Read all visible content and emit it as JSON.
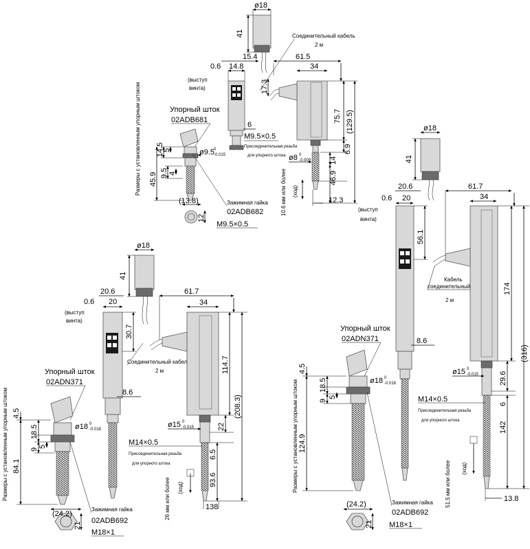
{
  "top": {
    "d18": "ø18",
    "h41": "41",
    "d15_4": "15.4",
    "d0_6": "0.6",
    "d14_8": "14.8",
    "d61_5": "61.5",
    "d34": "34",
    "d17_3": "17.3",
    "d75_7": "75.7",
    "d129_5": "(129.5)",
    "d6_9": "6.9",
    "d6": "6",
    "m9_5": "M9.5×0.5",
    "d8": "ø8",
    "tol8": "0",
    "tol8b": "-0.009",
    "d14": "14",
    "d46_9": "46.9",
    "d12_3": "12.3",
    "d9_5dia": "ø9.5",
    "tol95": "0",
    "tol95b": "-0.015",
    "d5": "5",
    "d14_5": "14.5",
    "d9_5": "9.5",
    "d4": "4",
    "d45_9": "45.9",
    "d13_8": "(13.8)",
    "d12": "12",
    "m9_5b": "M9.5×0.5",
    "cable": "Соединительный кабель",
    "cable_len": "2 м",
    "vystup": "(выступ",
    "vinta": "винта)",
    "stop_rod": "Упорный шток",
    "stop_code": "02ADB681",
    "thread_note": "Присоединительная резьба",
    "thread_note2": "для упорного штока",
    "clamp": "Зажимная гайка",
    "clamp_code": "02ADB682",
    "stroke": "10.6 мм или более",
    "stroke_hod": "(ход)",
    "side": "Размеры с установленным упорным штоком"
  },
  "left": {
    "d18": "ø18",
    "h41": "41",
    "d20_6": "20.6",
    "d0_6": "0.6",
    "d20": "20",
    "d61_7": "61.7",
    "d34": "34",
    "d30_7": "30.7",
    "cable": "Соединительный кабель",
    "cable_len": "2 м",
    "vystup": "(выступ",
    "vinta": "винта)",
    "stop_rod": "Упорный шток",
    "stop_code": "02ADN371",
    "d4_5": "4.5",
    "d18_5": "18.5",
    "d9": "9",
    "d5": "5",
    "d84_1": "84.1",
    "d18dia": "ø18",
    "tol18": "0",
    "tol18b": "-0.018",
    "d8_6": "8.6",
    "d114_7": "114.7",
    "d208_3": "(208.3)",
    "d15dia": "ø15",
    "tol15": "0",
    "tol15b": "-0.015",
    "d22": "22",
    "m14": "M14×0.5",
    "thread_note": "Присоединительная резьба",
    "thread_note2": "для упорного штока",
    "d6_5": "6.5",
    "d93_6": "93.6",
    "stroke": "26 мм или более",
    "stroke_hod": "(ход)",
    "d138": "138",
    "d24_2": "(24.2)",
    "d21": "21",
    "clamp": "Зажимная гайка",
    "clamp_code": "02ADB692",
    "m18": "M18×1",
    "side": "Размеры с установленным упорным штоком"
  },
  "right": {
    "d18": "ø18",
    "h41": "41",
    "d20_6": "20.6",
    "d0_6": "0.6",
    "d20": "20",
    "d61_7": "61.7",
    "d34": "34",
    "d56_1": "56.1",
    "vystup": "(выступ",
    "vinta": "винта)",
    "cable": "Кабель",
    "cable2": "соединительный",
    "cable_len": "2 м",
    "d174": "174",
    "d316": "(316)",
    "stop_rod": "Упорный шток",
    "stop_code": "02ADN371",
    "d8_6": "8.6",
    "d4_5": "4.5",
    "d18_5": "18.5",
    "d9": "9",
    "d5": "5",
    "d18dia": "ø18",
    "tol18": "0",
    "tol18b": "-0.018",
    "d15dia": "ø15",
    "tol15": "0",
    "tol15b": "-0.015",
    "d29_6": "29.6",
    "m14": "M14×0.5",
    "thread_note": "Присоединительная резьба",
    "thread_note2": "для упорного штока",
    "d6": "6",
    "d124_9": "124.9",
    "d142": "142",
    "stroke": "51.5 мм или более",
    "stroke_hod": "(ход)",
    "d13_8": "13.8",
    "d24_2": "(24.2)",
    "d21": "21",
    "clamp": "Зажимная гайка",
    "clamp_code": "02ADB692",
    "m18": "M18×1",
    "side": "Размеры с установленным упорным штоком"
  }
}
